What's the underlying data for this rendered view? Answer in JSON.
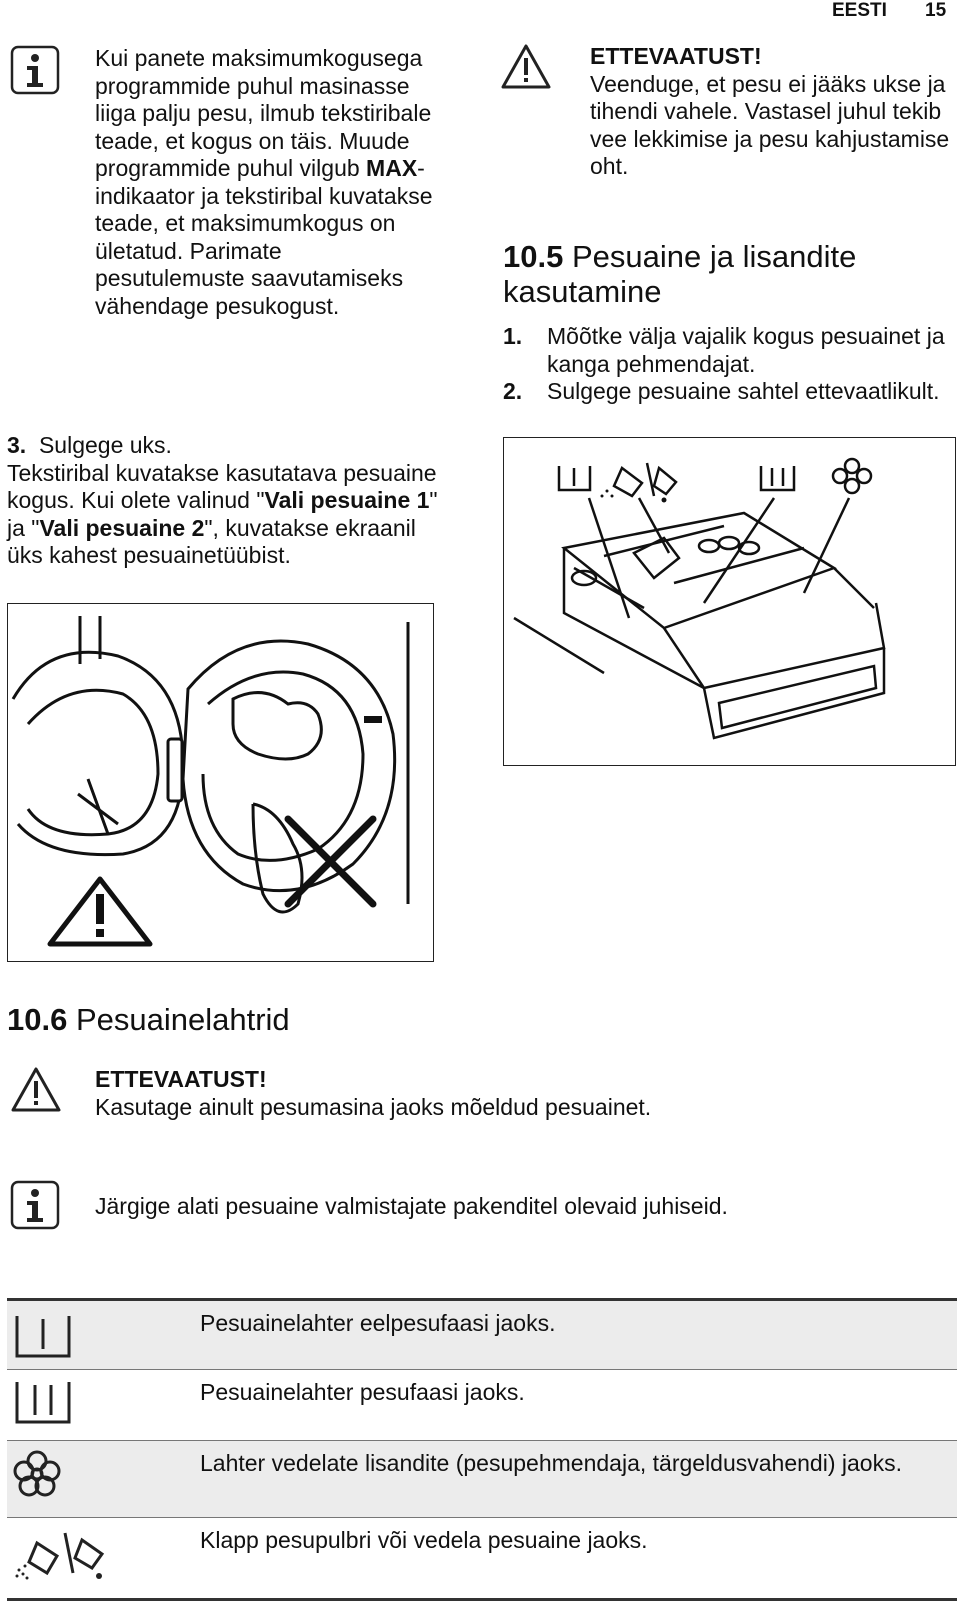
{
  "header": {
    "language": "EESTI",
    "page_number": "15"
  },
  "left_column": {
    "info_note": {
      "icon": "info-icon",
      "line1": "Kui panete maksimumkogusega programmide puhul masinasse liiga palju pesu, ilmub tekstiribale teade, et kogus on täis. Muude programmide puhul vilgub ",
      "bold1": "MAX",
      "line2": "-indikaator ja tekstiribal kuvatakse teade, et maksimumkogus on ületatud. Parimate pesutulemuste saavutamiseks vähendage pesukogust."
    },
    "step3": {
      "number": "3.",
      "title": "Sulgege uks.",
      "text1": "Tekstiribal kuvatakse kasutatava pesuaine kogus. Kui olete valinud \"",
      "bold1": "Vali pesuaine 1",
      "text2": "\" ja \"",
      "bold2": "Vali pesuaine 2",
      "text3": "\", kuvatakse ekraanil üks kahest pesuainetüübist."
    },
    "figure_icon": "washer-door-warning-illustration"
  },
  "right_column": {
    "caution": {
      "icon": "warning-icon",
      "title": "ETTEVAATUST!",
      "text": "Veenduge, et pesu ei jääks ukse ja tihendi vahele. Vastasel juhul tekib vee lekkimise ja pesu kahjustamise oht."
    },
    "section": {
      "number": "10.5",
      "title": "Pesuaine ja lisandite kasutamine"
    },
    "steps": [
      {
        "number": "1.",
        "text": "Mõõtke välja vajalik kogus pesuainet ja kanga pehmendajat."
      },
      {
        "number": "2.",
        "text": "Sulgege pesuaine sahtel ettevaatlikult."
      }
    ],
    "figure_icon": "detergent-drawer-illustration"
  },
  "section_106": {
    "number": "10.6",
    "title": "Pesuainelahtrid",
    "caution": {
      "icon": "warning-icon",
      "title": "ETTEVAATUST!",
      "text": "Kasutage ainult pesumasina jaoks mõeldud pesuainet."
    },
    "info": {
      "icon": "info-icon",
      "text": "Järgige alati pesuaine valmistajate pakenditel olevaid juhiseid."
    },
    "table": [
      {
        "icon": "prewash-compartment-icon",
        "text": "Pesuainelahter eelpesufaasi jaoks."
      },
      {
        "icon": "main-wash-compartment-icon",
        "text": "Pesuainelahter pesufaasi jaoks."
      },
      {
        "icon": "softener-flower-icon",
        "text": "Lahter vedelate lisandite (pesupehmendaja, tärgeldusvahendi) jaoks."
      },
      {
        "icon": "powder-liquid-flap-icon",
        "text": "Klapp pesupulbri või vedela pesuaine jaoks."
      }
    ]
  }
}
